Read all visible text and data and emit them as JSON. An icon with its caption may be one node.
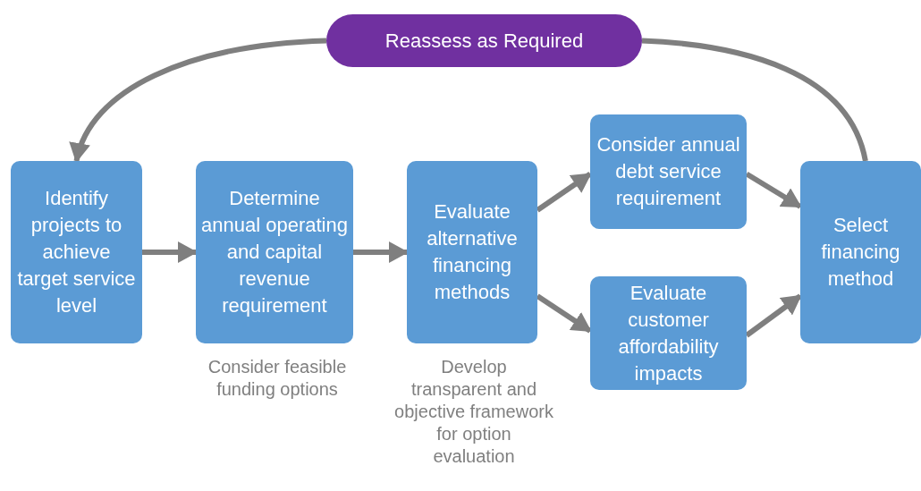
{
  "diagram": {
    "nodes": [
      {
        "text": [
          "Reassess as Required"
        ]
      },
      {
        "text": [
          "Identify projects to achieve target service level"
        ]
      },
      {
        "text": [
          "Determine annual operating and capital revenue requirement"
        ],
        "beside": [
          "Consider feasible funding options"
        ]
      },
      {
        "text": [
          "Evaluate alternative financing methods"
        ],
        "beside": [
          "Develop transparent and objective framework for option evaluation"
        ]
      },
      {
        "text": [
          "Consider annual debt service requirement"
        ]
      },
      {
        "text": [
          "Evaluate customer affordability impacts"
        ]
      },
      {
        "text": [
          "Select financing method"
        ]
      }
    ],
    "edges": [
      {
        "from": 1,
        "to": 2,
        "arrow": "to"
      },
      {
        "from": 2,
        "to": 3,
        "arrow": "to"
      },
      {
        "from": 3,
        "to": 4,
        "arrow": "to"
      },
      {
        "from": 3,
        "to": 5,
        "arrow": "to"
      },
      {
        "from": 4,
        "to": 6,
        "arrow": "to"
      },
      {
        "from": 5,
        "to": 6,
        "arrow": "to"
      },
      {
        "from": 6,
        "to": 0,
        "arrow": "none"
      },
      {
        "from": 0,
        "to": 1,
        "arrow": "to"
      }
    ]
  }
}
